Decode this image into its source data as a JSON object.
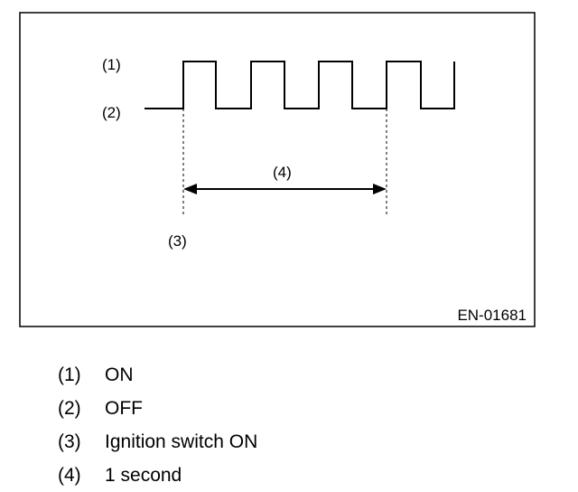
{
  "diagram": {
    "labels": {
      "on_marker": "(1)",
      "off_marker": "(2)",
      "interval_marker": "(4)",
      "ignition_marker": "(3)"
    },
    "figure_code": "EN-01681"
  },
  "legend": [
    {
      "key": "(1)",
      "text": "ON"
    },
    {
      "key": "(2)",
      "text": "OFF"
    },
    {
      "key": "(3)",
      "text": "Ignition switch ON"
    },
    {
      "key": "(4)",
      "text": "1 second"
    }
  ]
}
